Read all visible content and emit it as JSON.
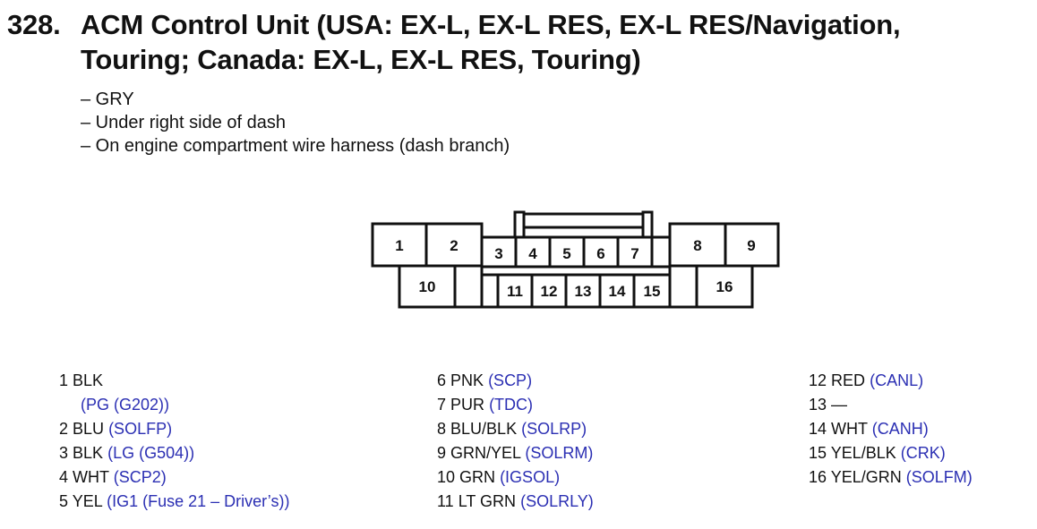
{
  "title": {
    "number": "328.",
    "line1": "ACM Control Unit (USA: EX-L, EX-L RES, EX-L RES/Navigation,",
    "line2": "Touring; Canada: EX-L, EX-L RES, Touring)"
  },
  "notes": [
    "– GRY",
    "– Under right side of dash",
    "– On engine compartment wire harness (dash branch)"
  ],
  "connector": {
    "pins_top": [
      "1",
      "2",
      "3",
      "4",
      "5",
      "6",
      "7",
      "8",
      "9"
    ],
    "pins_bottom": [
      "10",
      "11",
      "12",
      "13",
      "14",
      "15",
      "16"
    ]
  },
  "pins": {
    "col1": [
      {
        "num": "1",
        "color": "BLK",
        "signal": ""
      },
      {
        "num": "",
        "color": "",
        "signal": "(PG (G202))"
      },
      {
        "num": "2",
        "color": "BLU",
        "signal": "(SOLFP)"
      },
      {
        "num": "3",
        "color": "BLK",
        "signal": "(LG (G504))"
      },
      {
        "num": "4",
        "color": "WHT",
        "signal": "(SCP2)"
      },
      {
        "num": "5",
        "color": "YEL",
        "signal": "(IG1 (Fuse 21 – Driver’s))"
      }
    ],
    "col2": [
      {
        "num": "6",
        "color": "PNK",
        "signal": "(SCP)"
      },
      {
        "num": "7",
        "color": "PUR",
        "signal": "(TDC)"
      },
      {
        "num": "8",
        "color": "BLU/BLK",
        "signal": "(SOLRP)"
      },
      {
        "num": "9",
        "color": "GRN/YEL",
        "signal": "(SOLRM)"
      },
      {
        "num": "10",
        "color": "GRN",
        "signal": "(IGSOL)"
      },
      {
        "num": "11",
        "color": "LT GRN",
        "signal": "(SOLRLY)"
      }
    ],
    "col3": [
      {
        "num": "12",
        "color": "RED",
        "signal": "(CANL)"
      },
      {
        "num": "13",
        "color": "—",
        "signal": ""
      },
      {
        "num": "14",
        "color": "WHT",
        "signal": "(CANH)"
      },
      {
        "num": "15",
        "color": "YEL/BLK",
        "signal": "(CRK)"
      },
      {
        "num": "16",
        "color": "YEL/GRN",
        "signal": "(SOLFM)"
      }
    ]
  }
}
